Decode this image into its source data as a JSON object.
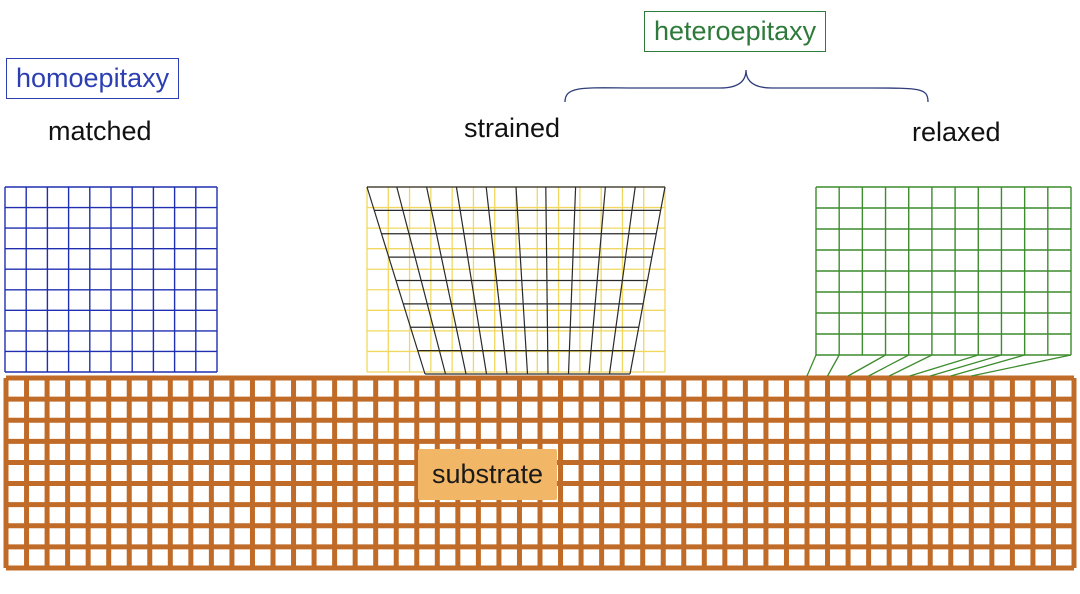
{
  "labels": {
    "homoepitaxy": "homoepitaxy",
    "heteroepitaxy": "heteroepitaxy",
    "matched": "matched",
    "strained": "strained",
    "relaxed": "relaxed",
    "substrate": "substrate"
  },
  "colors": {
    "homoepitaxy": "#2b3fb3",
    "heteroepitaxy": "#2e7a3a",
    "matched_lattice": "#1f2fb0",
    "strained_lattice_top": "#2a2a2a",
    "strained_lattice_bg": "#f0d860",
    "relaxed_lattice": "#3d8c2e",
    "substrate": "#c06b28",
    "substrate_label_bg": "#f2b766",
    "brace": "#2f3d7a"
  }
}
